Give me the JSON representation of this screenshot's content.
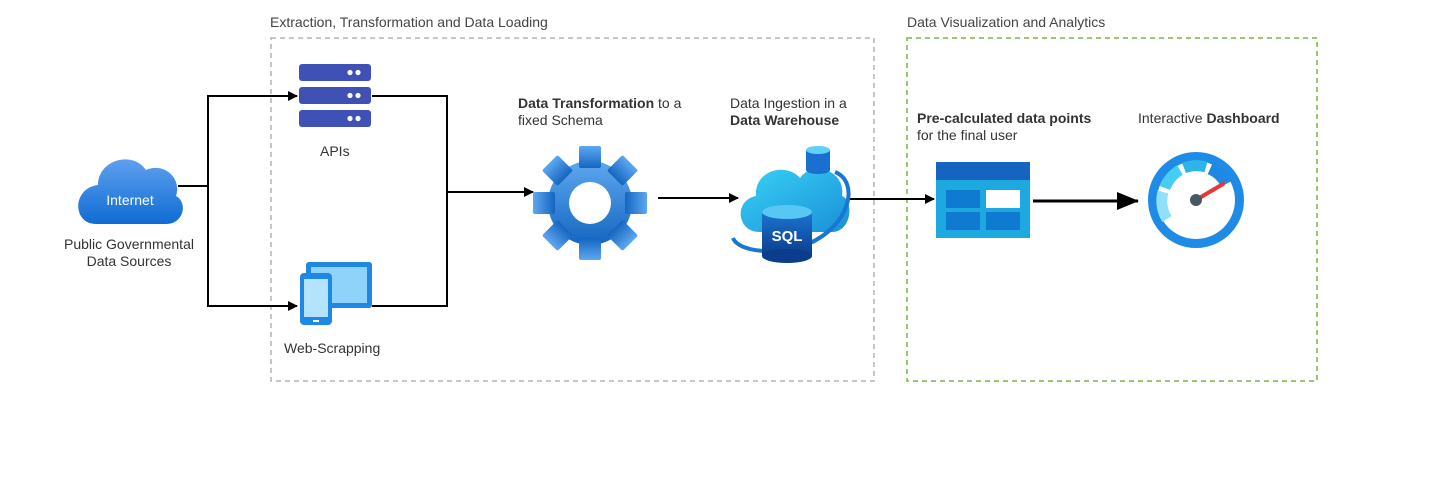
{
  "groups": {
    "etl_title": "Extraction, Transformation and Data Loading",
    "viz_title": "Data Visualization and Analytics"
  },
  "nodes": {
    "internet": {
      "cloud_text": "Internet",
      "caption_line1": "Public Governmental",
      "caption_line2": "Data Sources"
    },
    "apis": {
      "caption": "APIs"
    },
    "web": {
      "caption": "Web-Scrapping"
    },
    "transform": {
      "bold": "Data Transformation",
      "rest1": " to a",
      "line2": "fixed Schema"
    },
    "ingest": {
      "line1": "Data Ingestion in a",
      "bold": "Data Warehouse",
      "db_text": "SQL"
    },
    "precalc": {
      "bold": "Pre-calculated data points",
      "line2": "for the final user"
    },
    "dashboard": {
      "normal": "Interactive ",
      "bold": "Dashboard"
    }
  },
  "colors": {
    "etl_border": "#b3b3b3",
    "viz_border": "#7ab648",
    "azure_blue": "#1e88e5",
    "server_blue": "#3f51b5"
  }
}
